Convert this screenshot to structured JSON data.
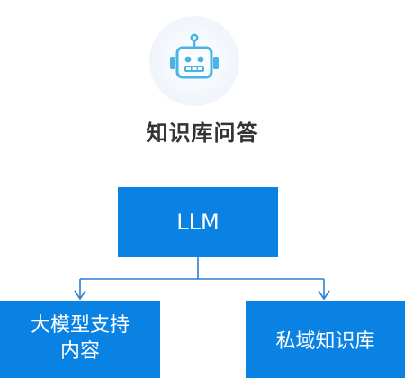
{
  "header": {
    "icon": "robot-icon",
    "title": "知识库问答"
  },
  "diagram": {
    "root": {
      "label": "LLM"
    },
    "children": [
      {
        "label": "大模型支持\n内容"
      },
      {
        "label": "私域知识库"
      }
    ]
  },
  "colors": {
    "accent": "#0a82e4",
    "icon": "#4ab3e6",
    "title": "#333333",
    "connector": "#2d7fd4"
  }
}
